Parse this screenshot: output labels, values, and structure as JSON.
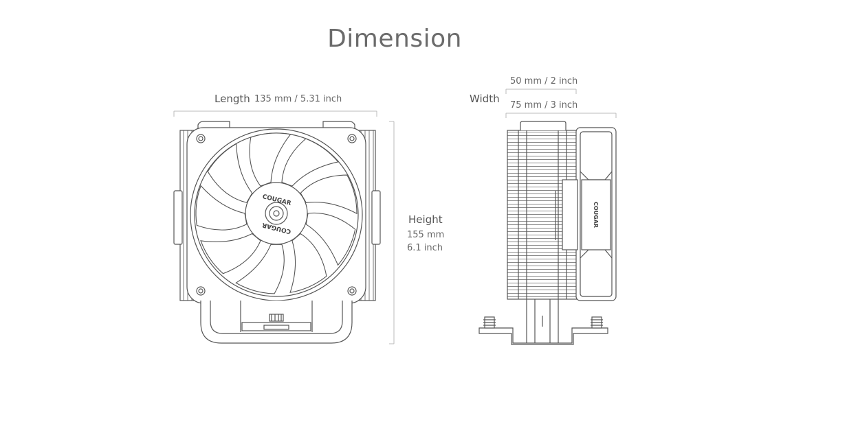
{
  "title": "Dimension",
  "dimensions": {
    "length": {
      "label": "Length",
      "value": "135 mm / 5.31 inch"
    },
    "height": {
      "label": "Height",
      "value_mm": "155 mm",
      "value_inch": "6.1 inch"
    },
    "width": {
      "label": "Width",
      "fan_value": "50 mm / 2 inch",
      "total_value": "75 mm / 3 inch"
    }
  },
  "brand_logo_text": "COUGAR",
  "colors": {
    "title": "#6b6b6b",
    "label": "#555555",
    "line": "#555555",
    "dim_line": "#bbbbbb"
  }
}
